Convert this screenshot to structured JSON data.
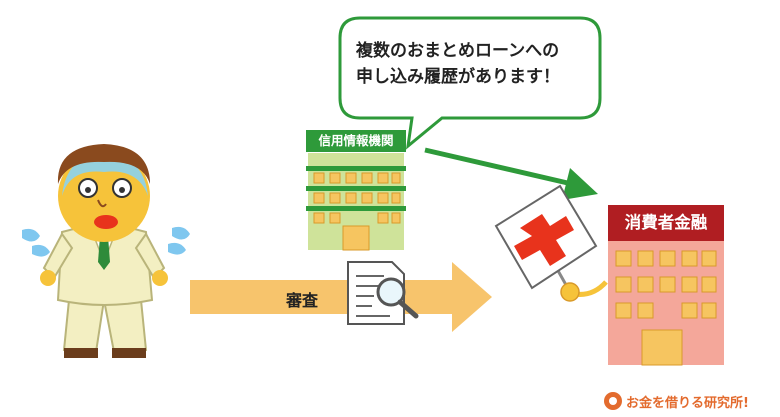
{
  "speech_bubble": {
    "line1": "複数のおまとめローンへの",
    "line2": "申し込み履歴があります！"
  },
  "credit_bureau": {
    "label": "信用情報機関",
    "color": "#2e9a3a"
  },
  "lender": {
    "label": "消費者金融",
    "color": "#b01e22"
  },
  "screening": {
    "label": "審査"
  },
  "brand": {
    "text": "お金を借りる研究所!"
  },
  "colors": {
    "arrow_green": "#2e9a3a",
    "review_arrow": "#f7c46c",
    "reject_cross": "#e8331c",
    "building_green": "#cfe39a",
    "building_pink": "#f4a79a"
  }
}
